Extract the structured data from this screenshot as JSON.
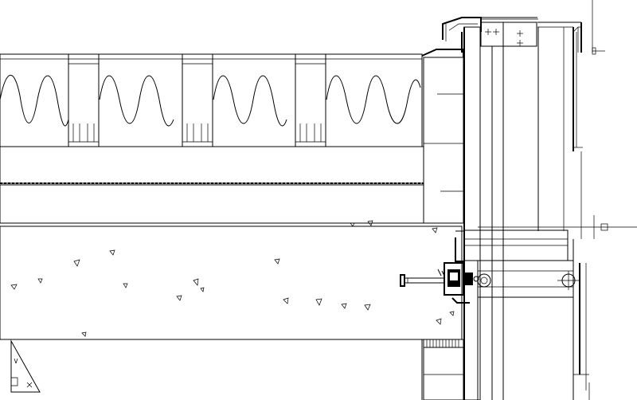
{
  "drawing": {
    "title": "",
    "background": "#ffffff",
    "line_color": "#000000",
    "elements": [
      "green-roof-substrate",
      "drainage-insulation-layer",
      "roof-screed-layer",
      "concrete-slab",
      "parapet-masonry",
      "parapet-insulation",
      "parapet-coping",
      "window-frame",
      "anchor-bolt",
      "sill-flashing",
      "wall-masonry-below"
    ],
    "icons": [
      "stair-triangle-icon",
      "section-marker-icon"
    ]
  }
}
